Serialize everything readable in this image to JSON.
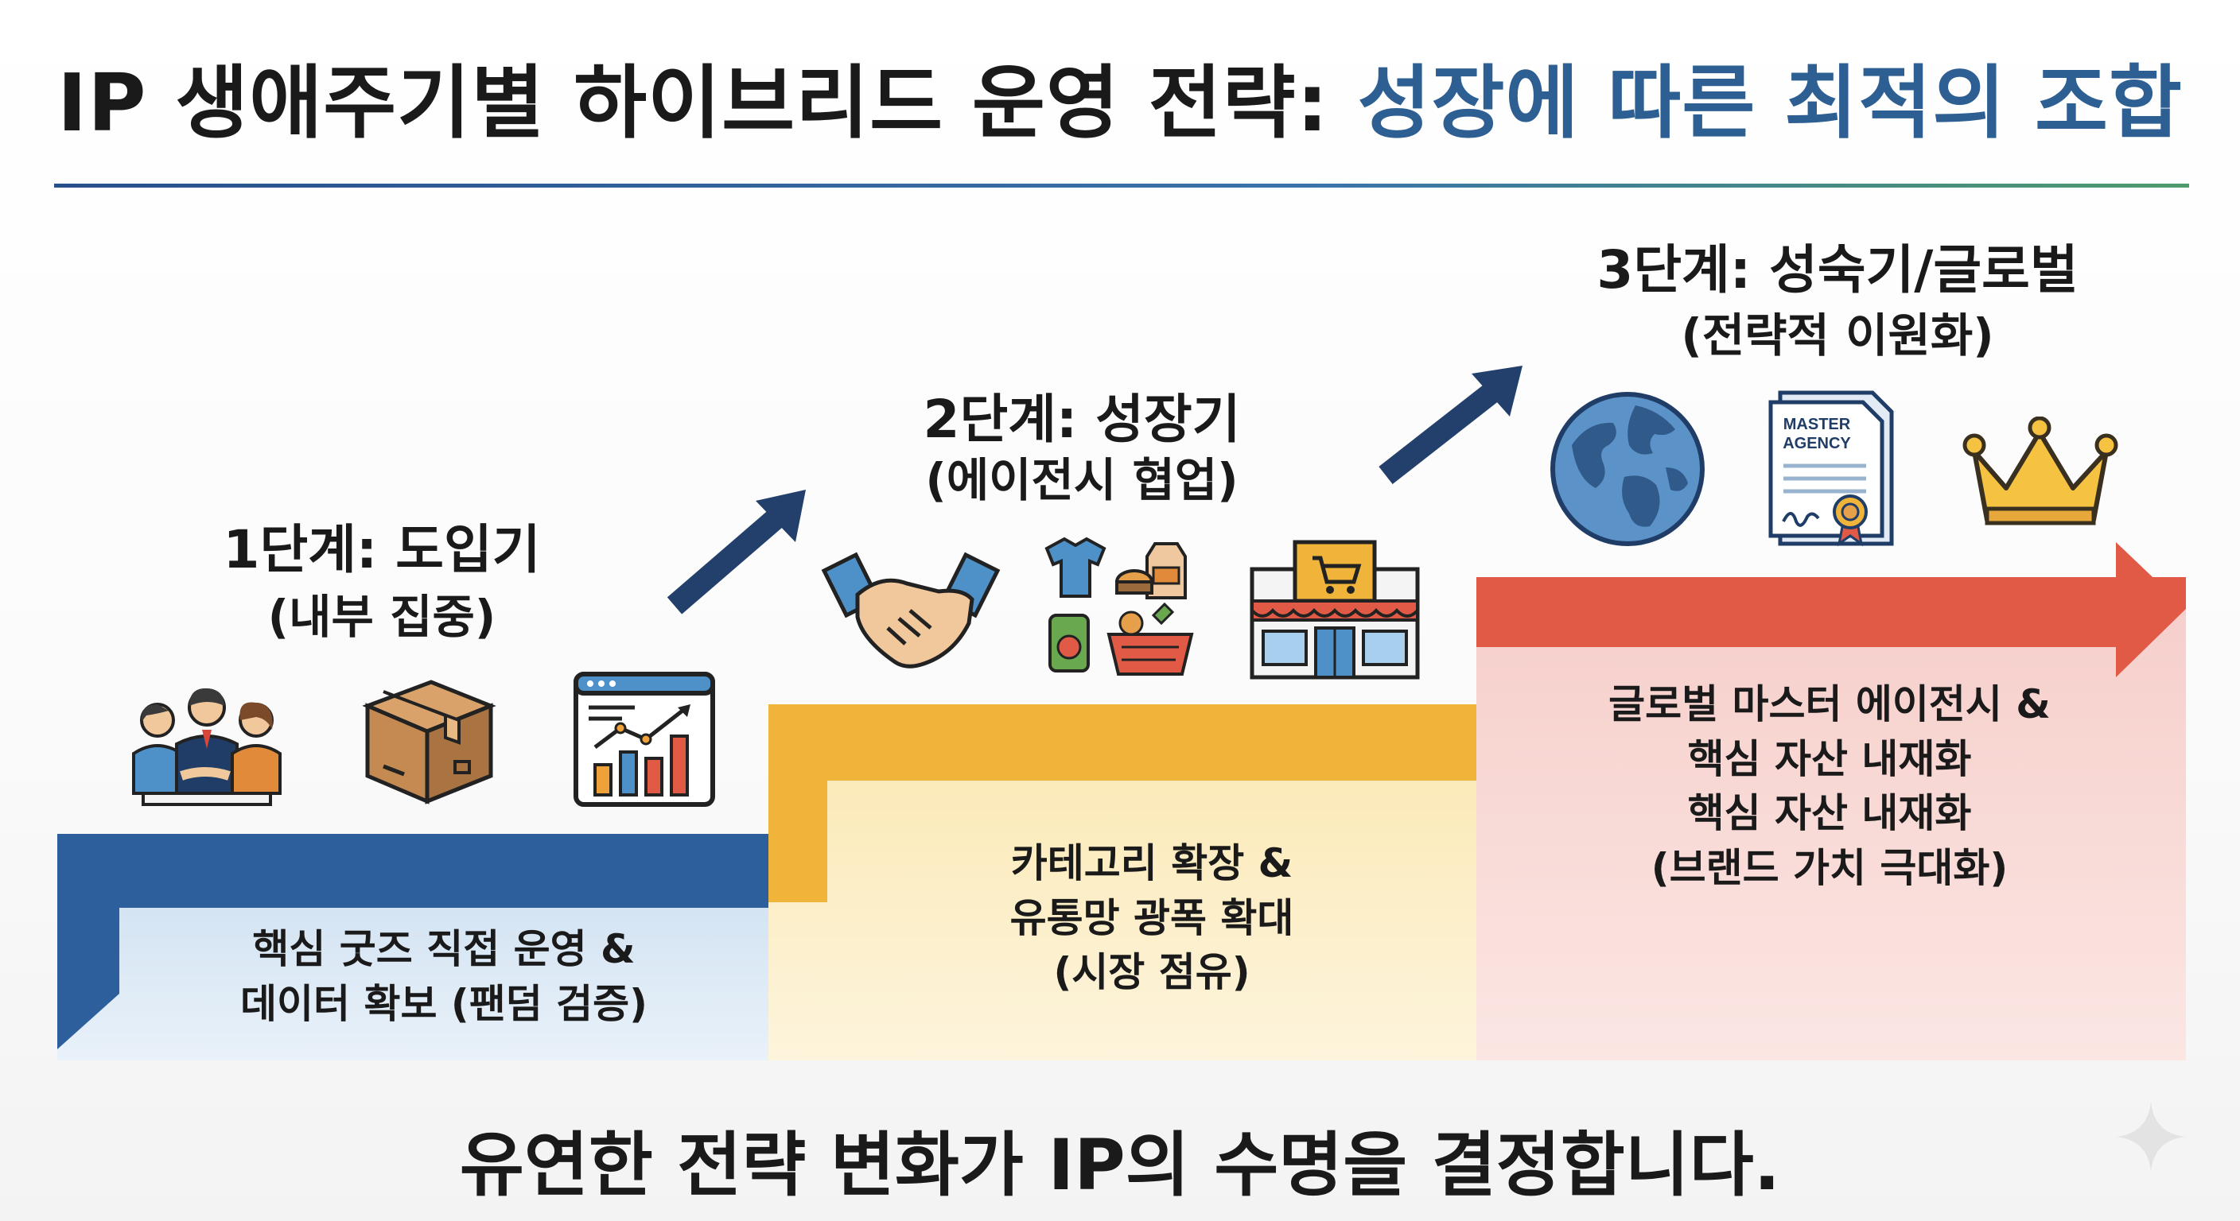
{
  "title": {
    "main": "IP 생애주기별 하이브리드 운영 전략:",
    "accent": "성장에 따른 최적의 조합"
  },
  "stages": [
    {
      "title": "1단계: 도입기",
      "subtitle": "(내부 집중)",
      "description": [
        "핵심 굿즈 직접 운영 &",
        "데이터 확보 (팬덤 검증)"
      ],
      "color": "#2c5f9c",
      "fill": "#dbe8f5"
    },
    {
      "title": "2단계: 성장기",
      "subtitle": "(에이전시 협업)",
      "description": [
        "카테고리 확장 &",
        "유통망 광폭 확대",
        "(시장 점유)"
      ],
      "color": "#f0b43a",
      "fill": "#fcefc8"
    },
    {
      "title": "3단계: 성숙기/글로벌",
      "subtitle": "(전략적 이원화)",
      "description": [
        "글로벌 마스터 에이전시 &",
        "핵심 자산 내재화",
        "핵심 자산 내재화",
        "(브랜드 가치 극대화)"
      ],
      "color": "#e05a46",
      "fill": "#f8d6d3"
    }
  ],
  "icons": {
    "stage1": [
      "team-meeting-icon",
      "cardboard-box-icon",
      "analytics-chart-icon"
    ],
    "stage2": [
      "handshake-icon",
      "product-categories-icon",
      "retail-store-icon"
    ],
    "stage3": [
      "globe-icon",
      "master-agency-contract-icon",
      "crown-icon"
    ]
  },
  "contract_label": [
    "MASTER",
    "AGENCY"
  ],
  "footer": "유연한 전략 변화가 IP의 수명을 결정합니다."
}
